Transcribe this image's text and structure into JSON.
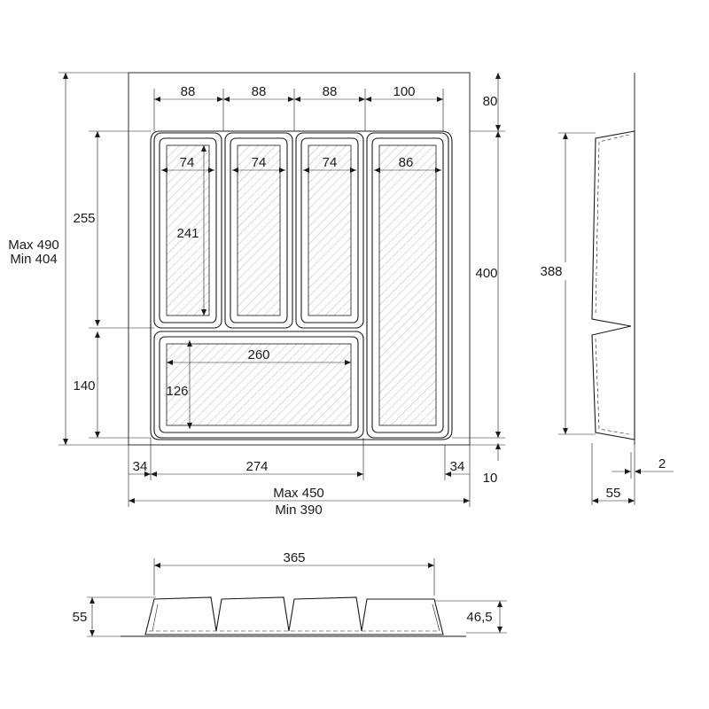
{
  "top_view": {
    "top_widths": [
      "88",
      "88",
      "88",
      "100"
    ],
    "inner_widths": [
      "74",
      "74",
      "74",
      "86"
    ],
    "top_margin": "80",
    "inner_height": "241",
    "left_upper": "255",
    "left_lower": "140",
    "bottom_inner_width": "260",
    "bottom_inner_height": "126",
    "right_height": "400",
    "depth_max": "Max 490",
    "depth_min": "Min 404",
    "bottom_left": "34",
    "bottom_mid": "274",
    "bottom_right": "34",
    "bottom_gap": "10",
    "width_max": "Max 450",
    "width_min": "Min 390"
  },
  "side_view": {
    "height": "388",
    "thickness": "2",
    "depth": "55"
  },
  "front_view": {
    "width": "365",
    "height": "55",
    "inner_height": "46,5"
  }
}
